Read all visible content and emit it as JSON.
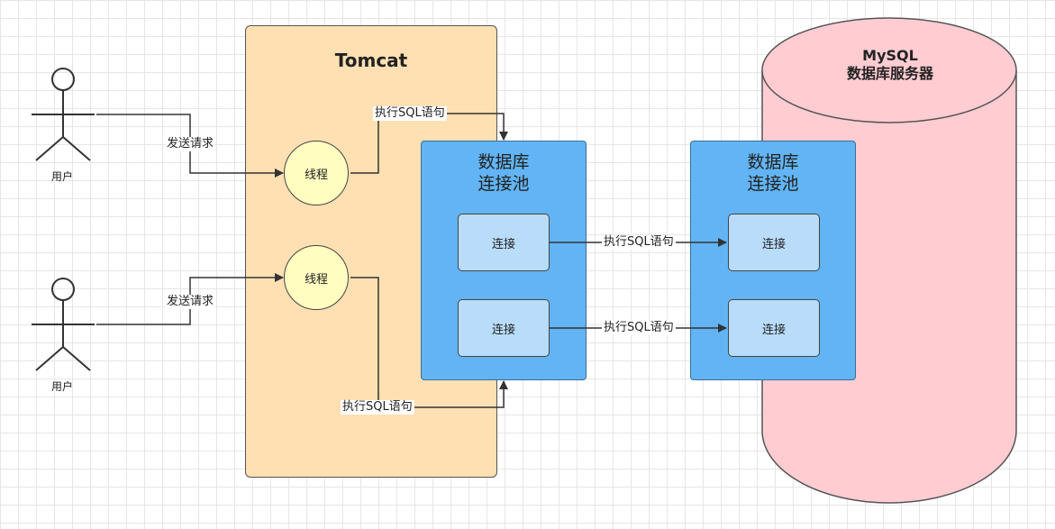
{
  "tomcat": {
    "title": "Tomcat"
  },
  "database": {
    "title_line1": "MySQL",
    "title_line2": "数据库服务器"
  },
  "users": [
    {
      "label": "用户",
      "request_label": "发送请求"
    },
    {
      "label": "用户",
      "request_label": "发送请求"
    }
  ],
  "threads": [
    {
      "label": "线程"
    },
    {
      "label": "线程"
    }
  ],
  "pools": [
    {
      "title_line1": "数据库",
      "title_line2": "连接池",
      "connections": [
        "连接",
        "连接"
      ]
    },
    {
      "title_line1": "数据库",
      "title_line2": "连接池",
      "connections": [
        "连接",
        "连接"
      ]
    }
  ],
  "edges": {
    "thread1_sql": "执行SQL语句",
    "thread2_sql": "执行SQL语句",
    "conn1_sql": "执行SQL语句",
    "conn2_sql": "执行SQL语句"
  },
  "colors": {
    "tomcat_fill": "#ffe0b2",
    "pool_fill": "#62b4f4",
    "connection_fill": "#b8dcfa",
    "thread_fill": "#fffdc0",
    "database_fill": "#ffccd2"
  }
}
